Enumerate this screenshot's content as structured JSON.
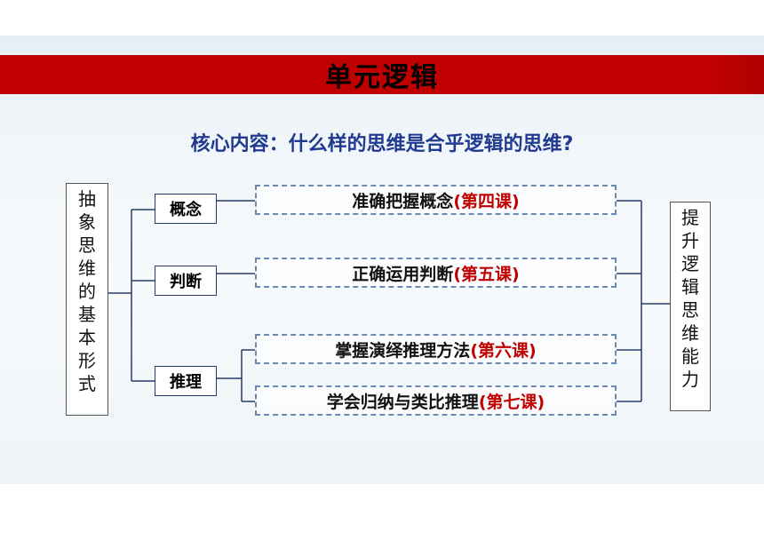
{
  "title": "单元逻辑",
  "subtitle": "核心内容：什么样的思维是合乎逻辑的思维?",
  "left_box": "抽象思维的基本形式",
  "right_box": "提升逻辑思维能力",
  "nodes": [
    {
      "label": "概念"
    },
    {
      "label": "判断"
    },
    {
      "label": "推理"
    }
  ],
  "items": [
    {
      "text": "准确把握概念",
      "lesson": "(第四课)"
    },
    {
      "text": "正确运用判断",
      "lesson": "(第五课)"
    },
    {
      "text": "掌握演绎推理方法",
      "lesson": "(第六课)"
    },
    {
      "text": "学会归纳与类比推理",
      "lesson": "(第七课)"
    }
  ],
  "colors": {
    "title_bar": "#c00000",
    "subtitle": "#1f3a8f",
    "lesson_text": "#c00000",
    "dash_border": "#6a8ab0"
  }
}
